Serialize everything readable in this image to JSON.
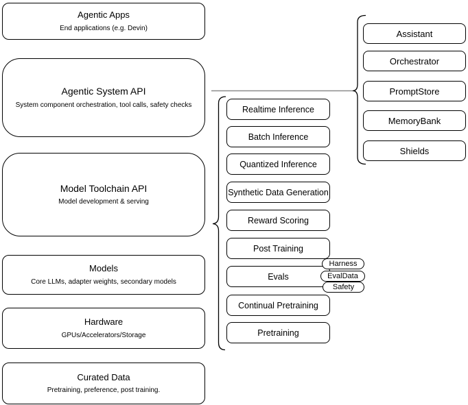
{
  "diagram": {
    "stack": {
      "boxes": [
        {
          "title": "Agentic Apps",
          "subtitle": "End applications (e.g. Devin)"
        },
        {
          "title": "Agentic System API",
          "subtitle": "System component orchestration, tool calls, safety checks"
        },
        {
          "title": "Model Toolchain API",
          "subtitle": "Model development & serving"
        },
        {
          "title": "Models",
          "subtitle": "Core LLMs, adapter weights, secondary models"
        },
        {
          "title": "Hardware",
          "subtitle": "GPUs/Accelerators/Storage"
        },
        {
          "title": "Curated Data",
          "subtitle": "Pretraining, preference, post training."
        }
      ]
    },
    "toolchain_components": [
      {
        "label": "Realtime Inference"
      },
      {
        "label": "Batch Inference"
      },
      {
        "label": "Quantized Inference"
      },
      {
        "label": "Synthetic Data Generation"
      },
      {
        "label": "Reward Scoring"
      },
      {
        "label": "Post Training"
      },
      {
        "label": "Evals"
      },
      {
        "label": "Continual Pretraining"
      },
      {
        "label": "Pretraining"
      }
    ],
    "eval_tags": [
      {
        "label": "Harness"
      },
      {
        "label": "EvalData"
      },
      {
        "label": "Safety"
      }
    ],
    "system_components": [
      {
        "label": "Assistant"
      },
      {
        "label": "Orchestrator"
      },
      {
        "label": "PromptStore"
      },
      {
        "label": "MemoryBank"
      },
      {
        "label": "Shields"
      }
    ],
    "colors": {
      "box_fill": "#ffffff",
      "box_border": "#000000",
      "connector_gray": "#8a8a8a"
    }
  }
}
